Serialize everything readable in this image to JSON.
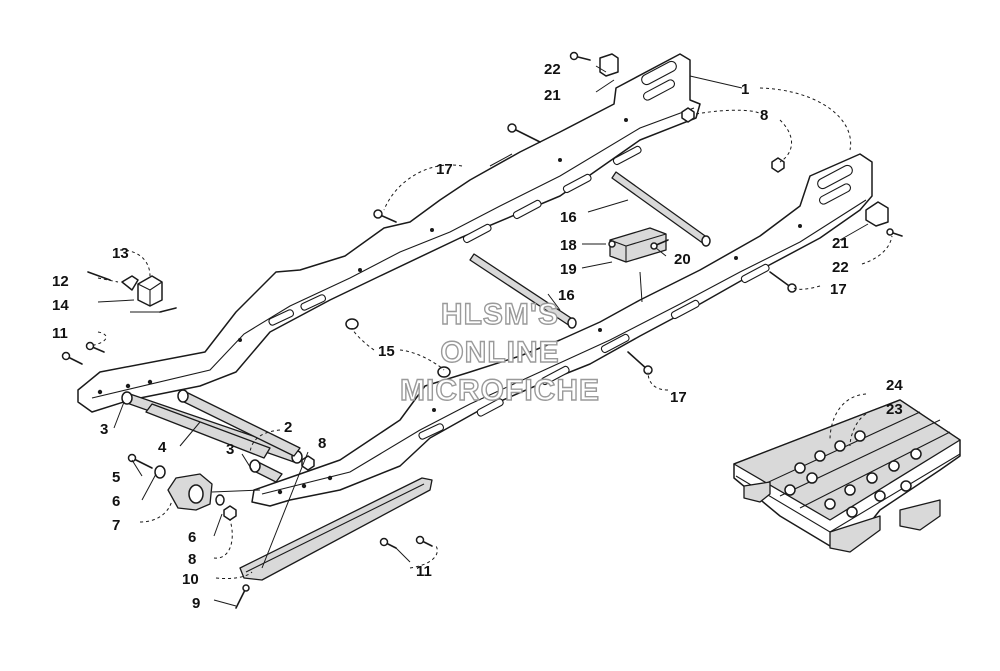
{
  "callouts": [
    {
      "id": "c1",
      "label": "1"
    },
    {
      "id": "c2",
      "label": "2"
    },
    {
      "id": "c3a",
      "label": "3"
    },
    {
      "id": "c3b",
      "label": "3"
    },
    {
      "id": "c4",
      "label": "4"
    },
    {
      "id": "c5",
      "label": "5"
    },
    {
      "id": "c6a",
      "label": "6"
    },
    {
      "id": "c6b",
      "label": "6"
    },
    {
      "id": "c7",
      "label": "7"
    },
    {
      "id": "c8a",
      "label": "8"
    },
    {
      "id": "c8b",
      "label": "8"
    },
    {
      "id": "c8c",
      "label": "8"
    },
    {
      "id": "c9",
      "label": "9"
    },
    {
      "id": "c10",
      "label": "10"
    },
    {
      "id": "c11a",
      "label": "11"
    },
    {
      "id": "c11b",
      "label": "11"
    },
    {
      "id": "c12",
      "label": "12"
    },
    {
      "id": "c13",
      "label": "13"
    },
    {
      "id": "c14",
      "label": "14"
    },
    {
      "id": "c15",
      "label": "15"
    },
    {
      "id": "c16a",
      "label": "16"
    },
    {
      "id": "c16b",
      "label": "16"
    },
    {
      "id": "c17a",
      "label": "17"
    },
    {
      "id": "c17b",
      "label": "17"
    },
    {
      "id": "c17c",
      "label": "17"
    },
    {
      "id": "c18",
      "label": "18"
    },
    {
      "id": "c19",
      "label": "19"
    },
    {
      "id": "c20",
      "label": "20"
    },
    {
      "id": "c21a",
      "label": "21"
    },
    {
      "id": "c21b",
      "label": "21"
    },
    {
      "id": "c22a",
      "label": "22"
    },
    {
      "id": "c22b",
      "label": "22"
    },
    {
      "id": "c23",
      "label": "23"
    },
    {
      "id": "c24",
      "label": "24"
    }
  ],
  "watermark": {
    "line1": "HLSM'S",
    "line2": "ONLINE",
    "line3": "MICROFICHE"
  }
}
